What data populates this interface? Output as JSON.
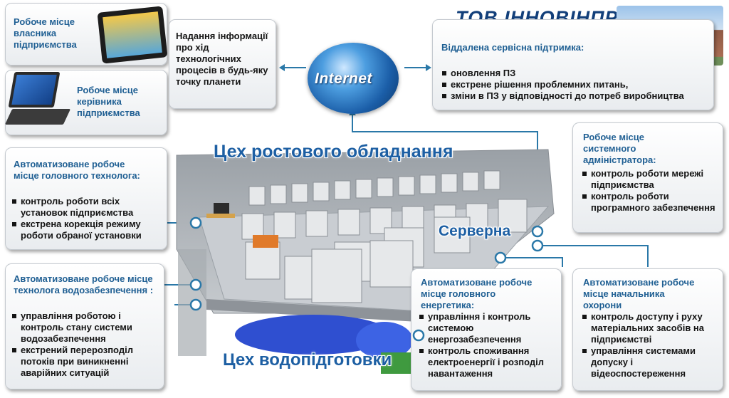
{
  "company_name": "ТОВ ІННОВІНПРОМ",
  "internet_label": "Internet",
  "owner_workstation": {
    "title": "Робоче місце власника підприємства"
  },
  "manager_workstation": {
    "title": "Робоче місце керівника підприємства"
  },
  "info_box": {
    "text": "Надання інформації про хід технологічних процесів в будь-яку точку планети"
  },
  "remote_support": {
    "title": "Віддалена сервісна підтримка:",
    "items": [
      "оновлення ПЗ",
      "екстрене рішення проблемних питань,",
      "зміни в ПЗ у відповідності до потреб виробництва"
    ]
  },
  "chief_technologist": {
    "title": "Автоматизоване робоче місце головного технолога:",
    "items": [
      "контроль роботи всіх установок підприємства",
      "екстрена корекція режиму роботи обраної установки"
    ]
  },
  "water_technologist": {
    "title": "Автоматизоване робоче місце технолога водозабезпечення :",
    "items": [
      "управління роботою і контроль стану системи водозабезпечення",
      "екстрений перерозподіл потоків при виникненні аварійних ситуацій"
    ]
  },
  "sysadmin": {
    "title": "Робоче місце системного адміністратора:",
    "items": [
      "контроль роботи мережі підприємства",
      "контроль роботи програмного забезпечення"
    ]
  },
  "chief_power_engineer": {
    "title": "Автоматизоване робоче місце головного енергетика:",
    "items": [
      "управління і контроль системою енергозабезпечення",
      "контроль споживання електроенергії і розподіл навантаження"
    ]
  },
  "security_chief": {
    "title": "Автоматизоване робоче місце начальника охорони",
    "items": [
      "контроль доступу і руху матеріальних засобів на підприємстві",
      "управління системами допуску і відеоспостереження"
    ]
  },
  "zones": {
    "growth_shop": "Цех ростового обладнання",
    "server_room": "Серверна",
    "water_shop": "Цех водопідготовки"
  }
}
